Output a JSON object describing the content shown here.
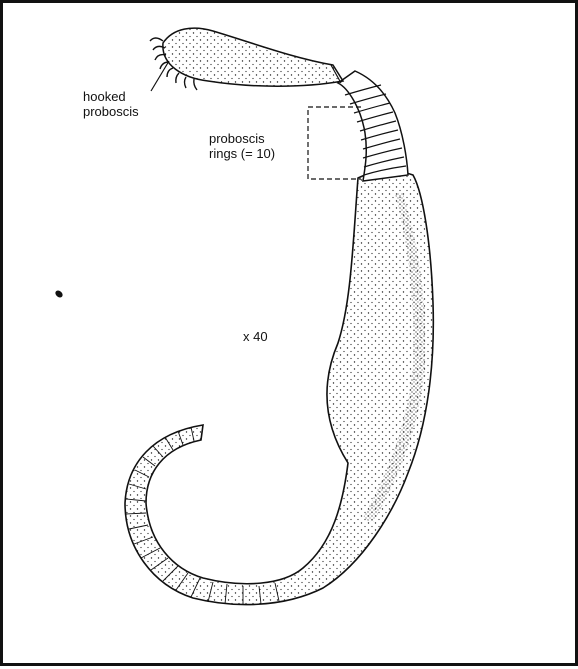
{
  "labels": {
    "hooked_line1": "hooked",
    "hooked_line2": "proboscis",
    "rings_line1": "proboscis",
    "rings_line2": "rings (= 10)",
    "magnification": "x 40"
  },
  "colors": {
    "ink": "#111111",
    "paper": "#ffffff"
  }
}
